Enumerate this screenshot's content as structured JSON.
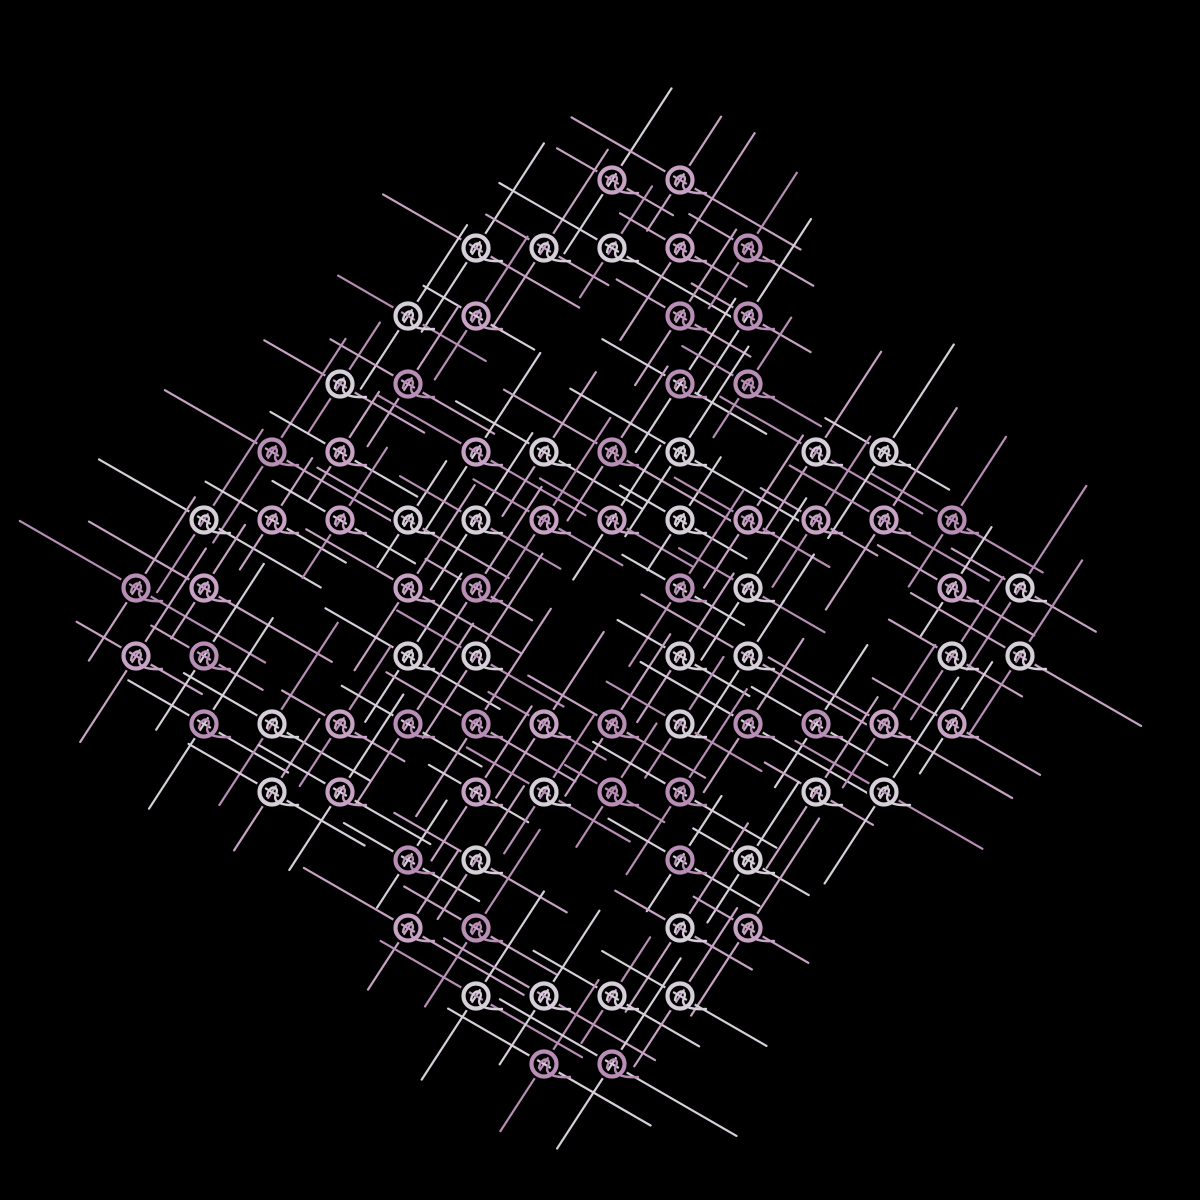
{
  "artwork": {
    "background_color": "#000000",
    "palette": {
      "light": "#d6ced9",
      "mauve": "#c7a2c4",
      "pink": "#b88db6"
    },
    "motif": "loop-knot",
    "rows": [
      [
        9,
        10
      ],
      [
        7,
        8,
        9,
        10,
        11
      ],
      [
        6,
        7,
        10,
        11
      ],
      [
        5,
        6,
        10,
        11
      ],
      [
        4,
        5,
        7,
        8,
        9,
        10,
        12,
        13
      ],
      [
        3,
        4,
        5,
        6,
        7,
        8,
        9,
        10,
        11,
        12,
        13,
        14
      ],
      [
        2,
        3,
        6,
        7,
        10,
        11,
        14,
        15
      ],
      [
        2,
        3,
        6,
        7,
        10,
        11,
        14,
        15
      ],
      [
        3,
        4,
        5,
        6,
        7,
        8,
        9,
        10,
        11,
        12,
        13,
        14
      ],
      [
        4,
        5,
        7,
        8,
        9,
        10,
        12,
        13
      ],
      [
        6,
        7,
        10,
        11
      ],
      [
        6,
        7,
        10,
        11
      ],
      [
        7,
        8,
        9,
        10
      ],
      [
        8,
        9
      ]
    ]
  }
}
